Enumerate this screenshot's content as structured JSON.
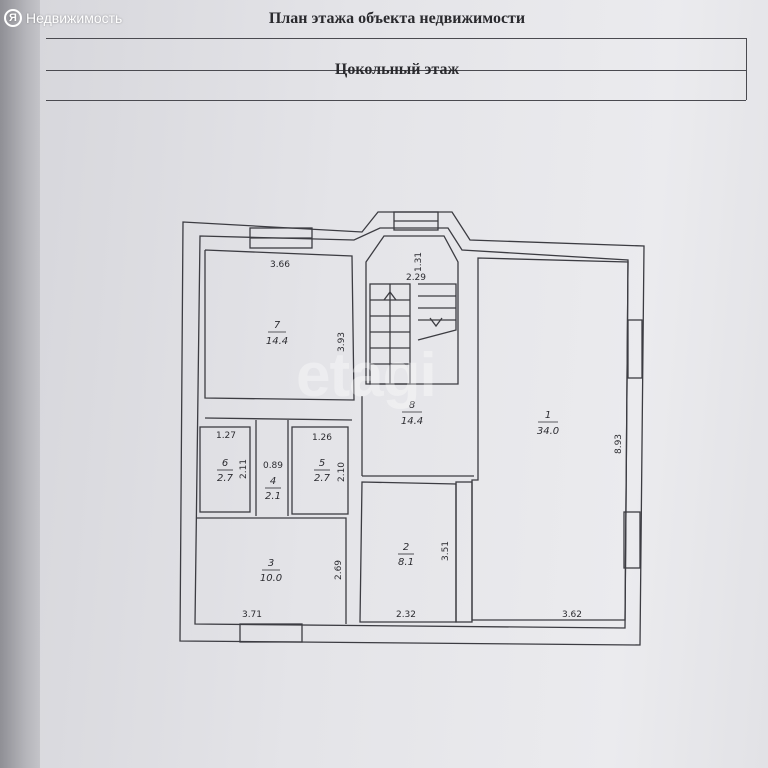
{
  "header": {
    "title": "План этажа объекта недвижимости",
    "subtitle": "Цокольный этаж"
  },
  "brand": {
    "logo_letter": "Я",
    "name": "Недвижимость",
    "watermark": "etagi"
  },
  "rooms": [
    {
      "number": "1",
      "area": "34.0"
    },
    {
      "number": "2",
      "area": "8.1"
    },
    {
      "number": "3",
      "area": "10.0"
    },
    {
      "number": "4",
      "area": "2.1"
    },
    {
      "number": "5",
      "area": "2.7"
    },
    {
      "number": "6",
      "area": "2.7"
    },
    {
      "number": "7",
      "area": "14.4"
    },
    {
      "number": "8",
      "area": "14.4"
    }
  ],
  "dimensions": {
    "r7_width": "3.66",
    "r7_height": "3.93",
    "stair_top": "1.31",
    "stair_width": "2.29",
    "r1_height": "8.93",
    "r1_width": "3.62",
    "r6_width": "1.27",
    "r6_height": "2.11",
    "r4_width": "0.89",
    "r5_width": "1.26",
    "r5_height": "2.10",
    "r3_height": "2.69",
    "r3_width": "3.71",
    "r2_height": "3.51",
    "r2_width": "2.32"
  }
}
